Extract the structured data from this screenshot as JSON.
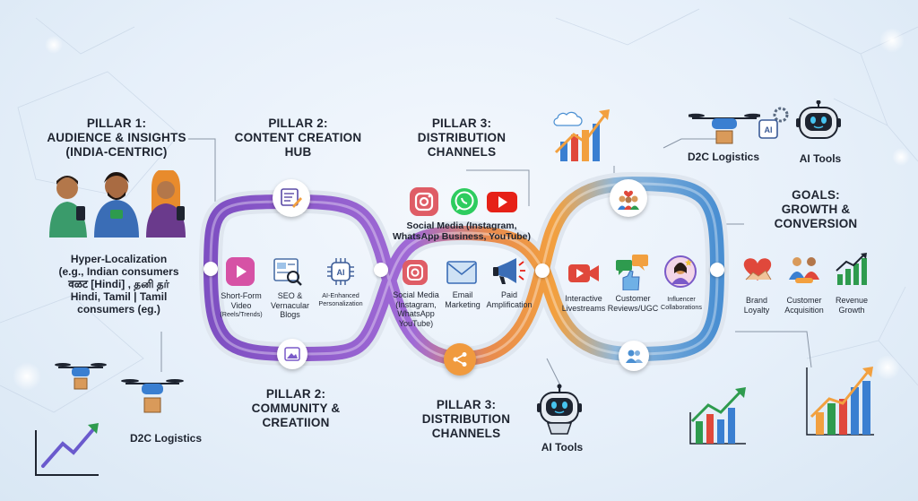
{
  "pillar1": {
    "heading": "PILLAR 1:\nAUDIENCE & INSIGHTS\n(INDIA-CENTRIC)",
    "description": "Hyper-Localization\n(e.g., Indian consumers\nवळट [Hindi] , தனி தர்\nHindi, Tamil | Tamil\nconsumers (eg.)"
  },
  "pillar2_top": {
    "heading": "PILLAR 2:\nCONTENT CREATION\nHUB",
    "items": [
      {
        "label": "Short-Form\nVideo",
        "sub": "(Reels/Trends)"
      },
      {
        "label": "SEO &\nVernacular\nBlogs",
        "sub": ""
      },
      {
        "label": "AI-Enhanced\nPersonalization",
        "sub": ""
      }
    ],
    "ai_chip": "AI"
  },
  "pillar2_bottom": {
    "heading": "PILLAR 2:\nCOMMUNITY &\nCREATIION"
  },
  "pillar3_top": {
    "heading": "PILLAR 3:\nDISTRIBUTION\nCHANNELS",
    "social_caption": "Social Media (Instagram,\nWhatsApp Business, YouTube)",
    "items": [
      {
        "label": "Social Media\n(Instagram,\nWhatsApp\nYouTube)"
      },
      {
        "label": "Email\nMarketing"
      },
      {
        "label": "Paid\nAmplification"
      }
    ]
  },
  "pillar3_bottom": {
    "heading": "PILLAR 3:\nDISTRIBUTION\nCHANNELS"
  },
  "engagement": {
    "items": [
      {
        "label": "Interactive\nLivestreams"
      },
      {
        "label": "Customer\nReviews/UGC"
      },
      {
        "label": "Influencer\nCollaborations"
      }
    ]
  },
  "goals": {
    "heading": "GOALS:\nGROWTH &\nCONVERSION",
    "items": [
      {
        "label": "Brand\nLoyalty"
      },
      {
        "label": "Customer\nAcquisition"
      },
      {
        "label": "Revenue\nGrowth"
      }
    ]
  },
  "callouts": {
    "d2c_top": "D2C Logistics",
    "ai_tools_top": "AI Tools",
    "d2c_bottom": "D2C Logistics",
    "ai_tools_bottom": "AI Tools",
    "ai_chip_small": "AI"
  },
  "colors": {
    "purple": "#8a55c9",
    "orange": "#f09a3e",
    "blue": "#4a8fd2",
    "text": "#1e2430"
  }
}
